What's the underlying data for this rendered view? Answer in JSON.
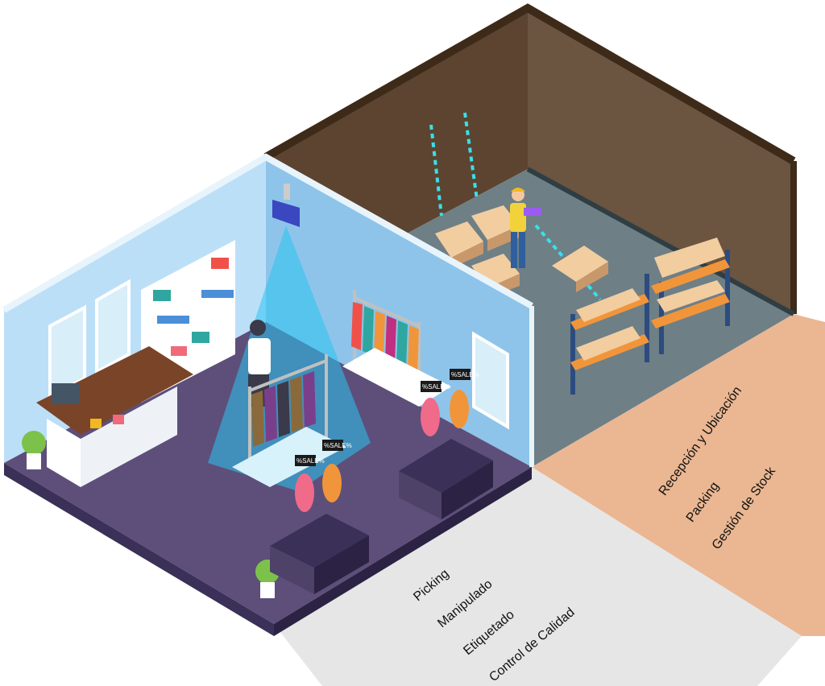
{
  "scene": {
    "store_labels": [
      "Picking",
      "Manipulado",
      "Etiquetado",
      "Control de Calidad"
    ],
    "warehouse_labels": [
      "Recepción y Ubicación",
      "Packing",
      "Gestión de Stock"
    ],
    "sale_tag": "%SALE%",
    "colors": {
      "store_wall": "#8fc4ea",
      "store_floor": "#5d4f7a",
      "warehouse_wall": "#5f4a36",
      "warehouse_floor": "#6e7f86",
      "rfid_beam": "#29c4f0",
      "warehouse_zone": "#eab792",
      "store_zone": "#e6e6e6"
    }
  }
}
